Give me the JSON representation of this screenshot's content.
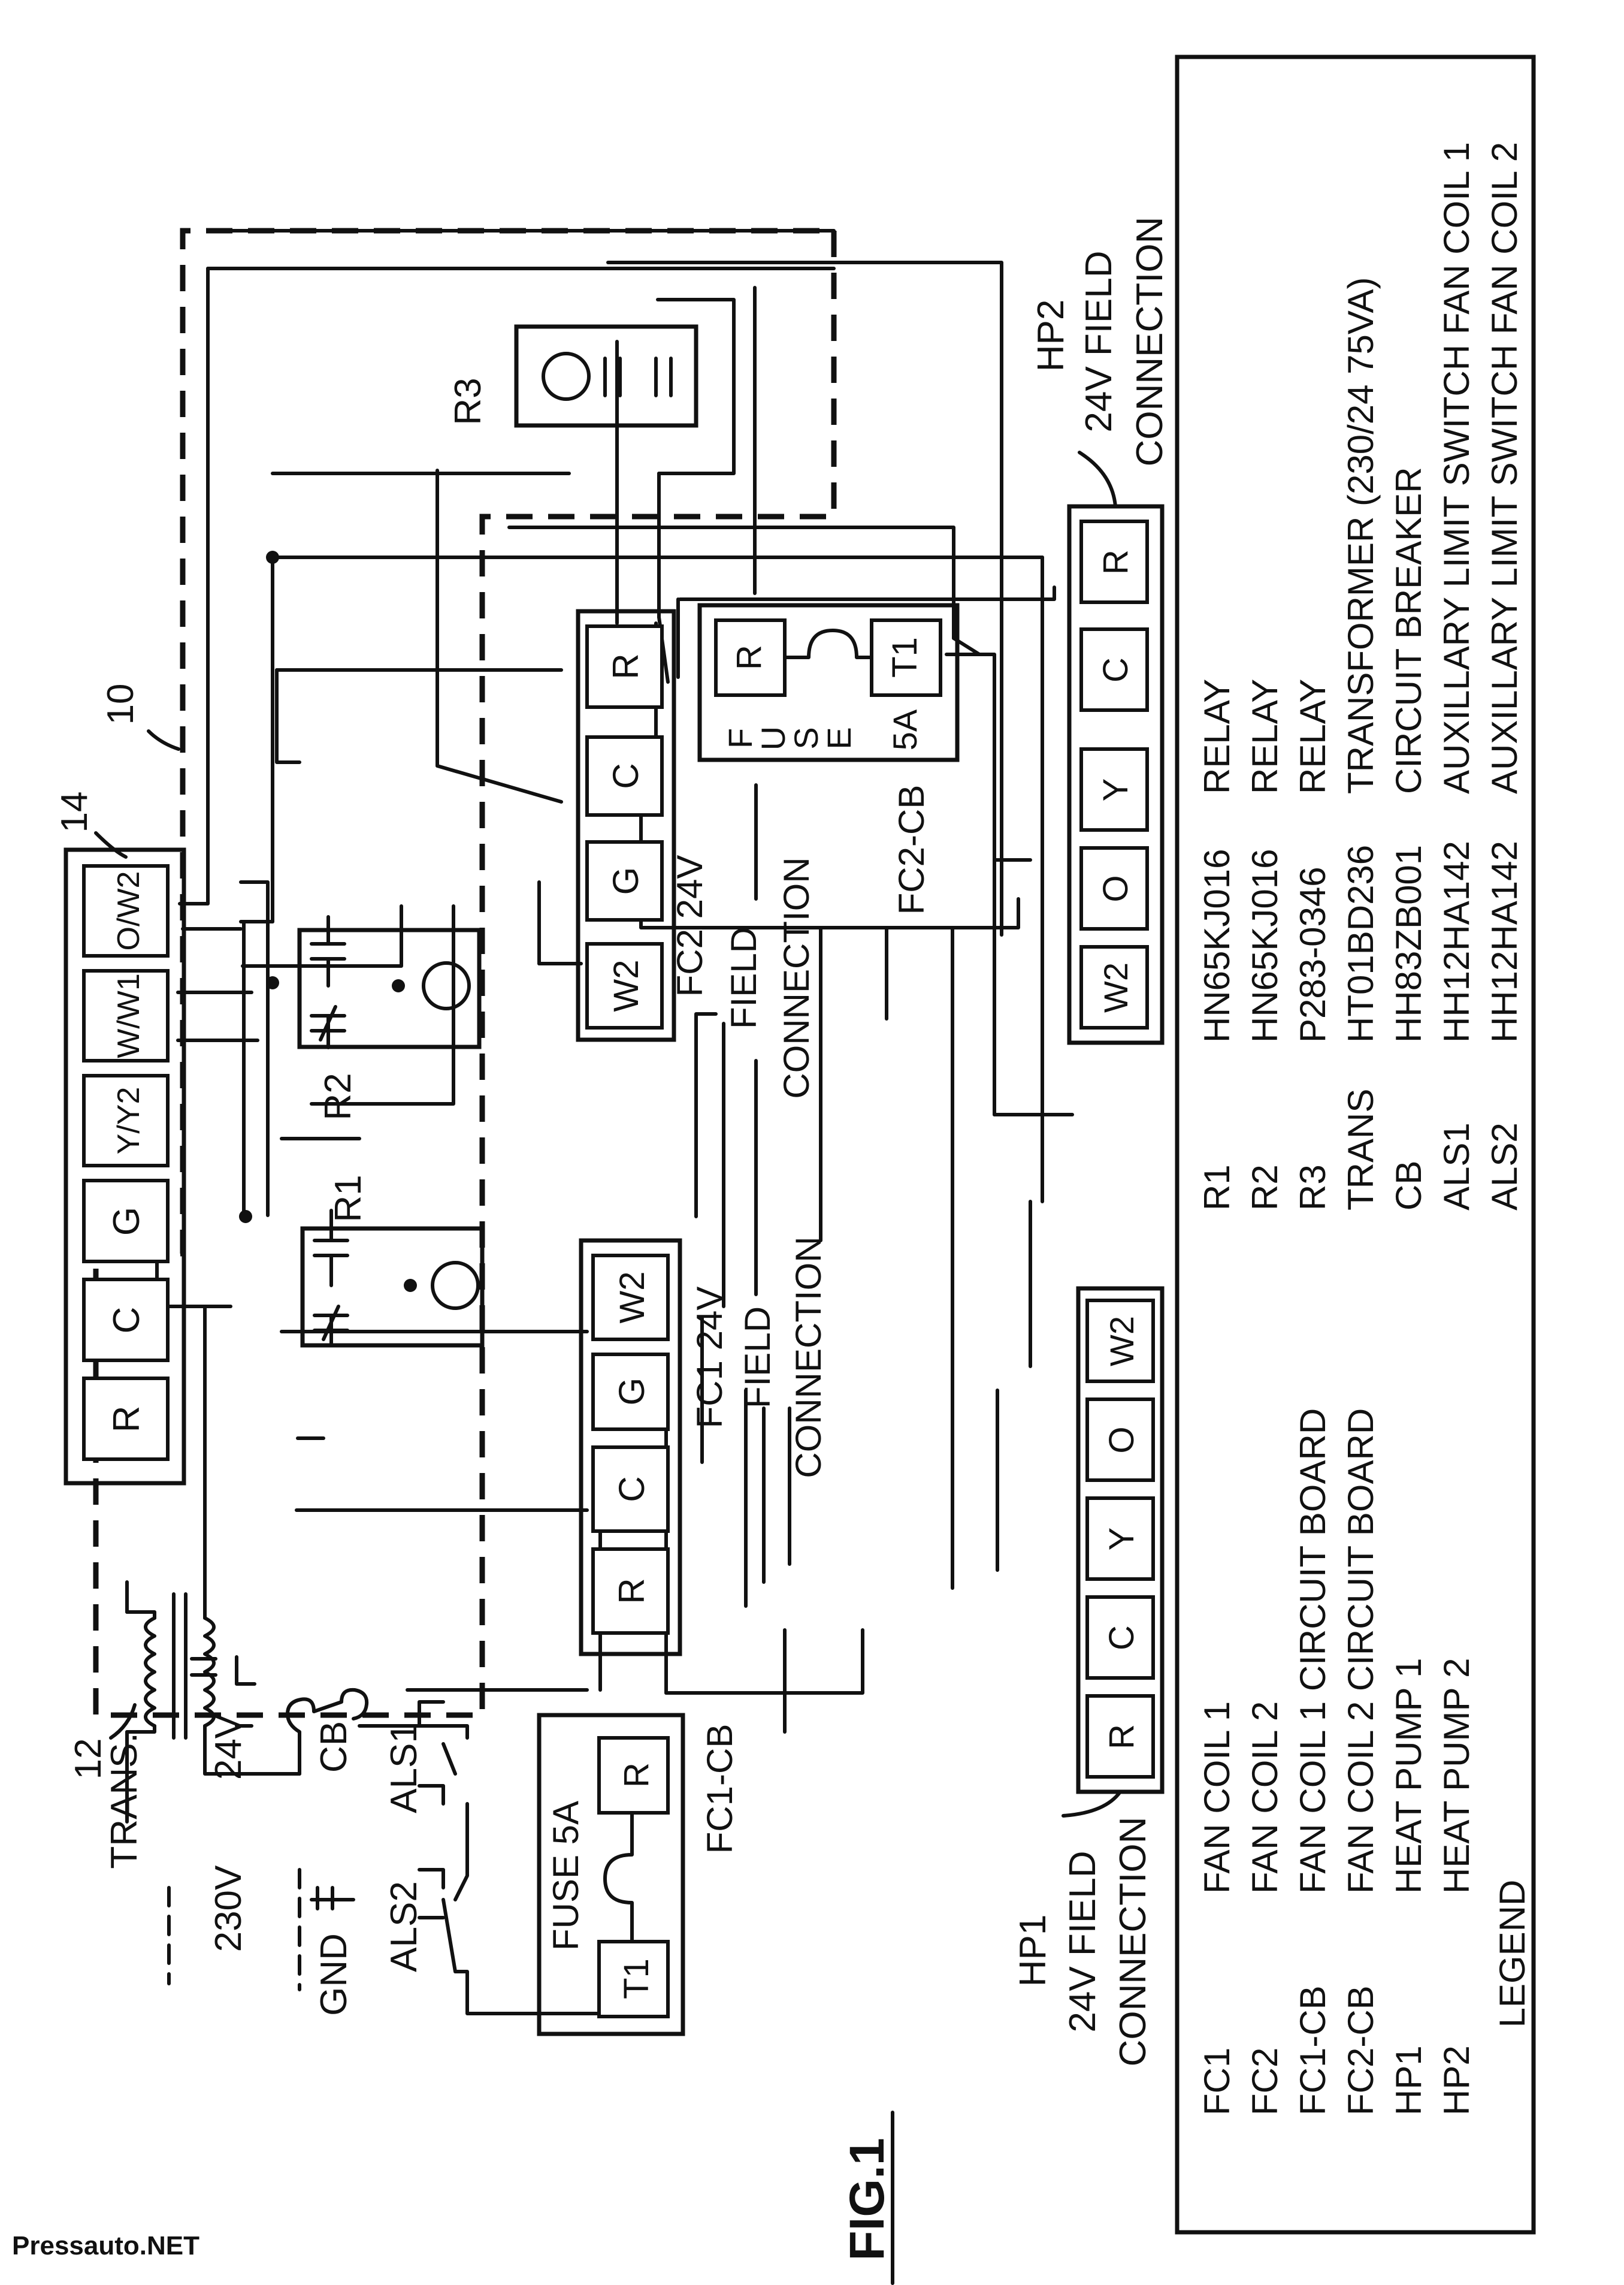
{
  "figure": {
    "fig_label": "FIG.1",
    "watermark": "Pressauto.NET",
    "ref_10": "10",
    "ref_12": "12",
    "ref_14": "14"
  },
  "thermostat": {
    "terminals": [
      "R",
      "C",
      "G",
      "Y/Y2",
      "W/W1",
      "O/W2"
    ]
  },
  "transformer": {
    "label": "TRANS.",
    "primary": "230V",
    "secondary": "24V",
    "ground": "GND"
  },
  "breakers": {
    "cb": "CB",
    "als1": "ALS1",
    "als2": "ALS2"
  },
  "fc1": {
    "terminals": [
      "R",
      "C",
      "G",
      "W2"
    ],
    "caption_1": "FC1 24V",
    "caption_2": "FIELD",
    "caption_3": "CONNECTION"
  },
  "fc2": {
    "terminals": [
      "R",
      "C",
      "G",
      "W2"
    ],
    "caption_1": "FC2 24V",
    "caption_2": "FIELD",
    "caption_3": "CONNECTION"
  },
  "fc1_cb": {
    "caption": "FC1-CB",
    "fuse": "FUSE 5A",
    "term_r": "R",
    "term_t1": "T1"
  },
  "fc2_cb": {
    "caption": "FC2-CB",
    "fuse_letters": [
      "F",
      "U",
      "S",
      "E"
    ],
    "fuse_rating": "5A",
    "term_r": "R",
    "term_t1": "T1"
  },
  "relays": {
    "r1": "R1",
    "r2": "R2",
    "r3": "R3"
  },
  "hp1": {
    "terminals": [
      "R",
      "C",
      "Y",
      "O",
      "W2"
    ],
    "caption_1": "HP1",
    "caption_2": "24V FIELD",
    "caption_3": "CONNECTION"
  },
  "hp2": {
    "terminals": [
      "R",
      "C",
      "Y",
      "O",
      "W2"
    ],
    "caption_1": "HP2",
    "caption_2": "24V FIELD",
    "caption_3": "CONNECTION"
  },
  "legend": {
    "title": "LEGEND",
    "left_col": [
      {
        "code": "FC1",
        "desc": "FAN COIL 1"
      },
      {
        "code": "FC2",
        "desc": "FAN COIL 2"
      },
      {
        "code": "FC1-CB",
        "desc": "FAN COIL 1 CIRCUIT BOARD"
      },
      {
        "code": "FC2-CB",
        "desc": "FAN COIL 2 CIRCUIT BOARD"
      },
      {
        "code": "HP1",
        "desc": "HEAT PUMP 1"
      },
      {
        "code": "HP2",
        "desc": "HEAT PUMP 2"
      }
    ],
    "right_col": [
      {
        "code": "R1",
        "part": "HN65KJ016",
        "desc": "RELAY"
      },
      {
        "code": "R2",
        "part": "HN65KJ016",
        "desc": "RELAY"
      },
      {
        "code": "R3",
        "part": "P283-0346",
        "desc": "RELAY"
      },
      {
        "code": "TRANS",
        "part": "HT01BD236",
        "desc": "TRANSFORMER (230/24 75VA)"
      },
      {
        "code": "CB",
        "part": "HH83ZB001",
        "desc": "CIRCUIT BREAKER"
      },
      {
        "code": "ALS1",
        "part": "HH12HA142",
        "desc": "AUXILLARY LIMIT SWITCH FAN COIL 1"
      },
      {
        "code": "ALS2",
        "part": "HH12HA142",
        "desc": "AUXILLARY LIMIT SWITCH FAN COIL 2"
      }
    ]
  }
}
